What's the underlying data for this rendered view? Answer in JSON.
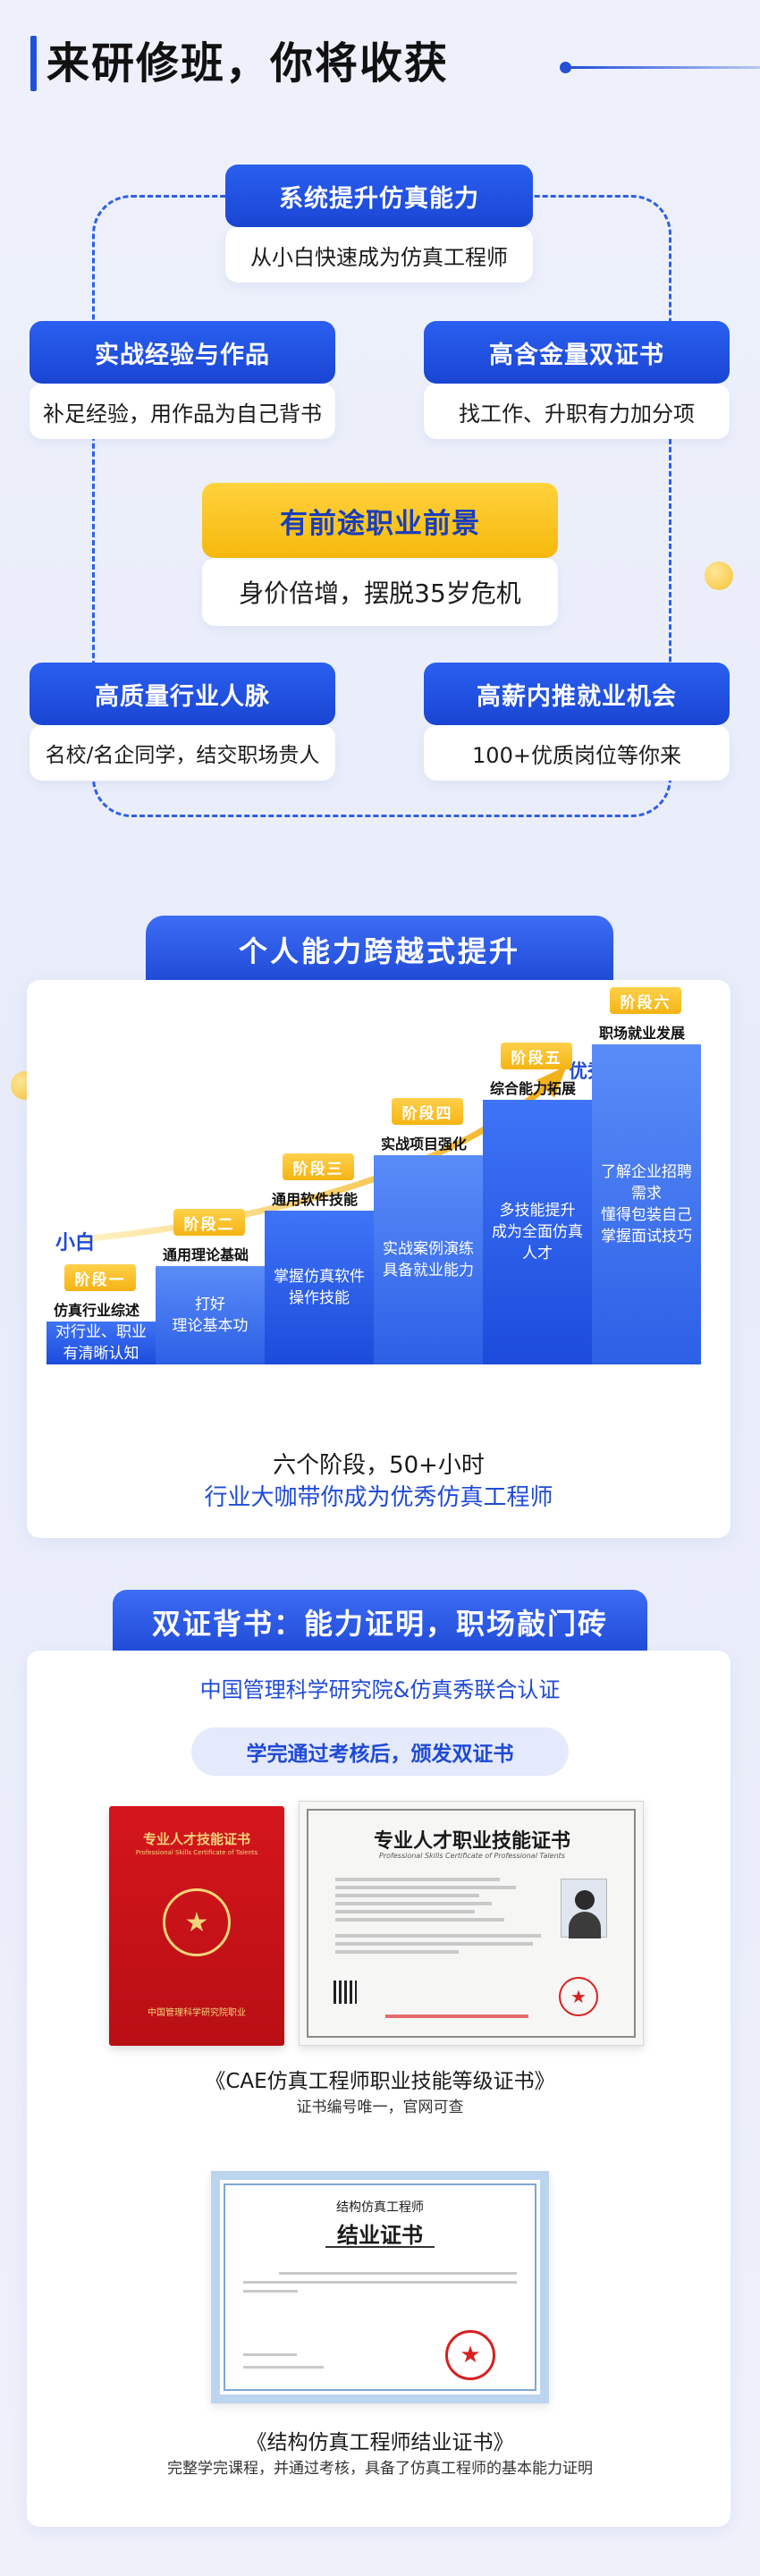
{
  "header": {
    "title": "来研修班，你将收获"
  },
  "benefits": {
    "top": {
      "title": "系统提升仿真能力",
      "desc": "从小白快速成为仿真工程师"
    },
    "left1": {
      "title": "实战经验与作品",
      "desc": "补足经验，用作品为自己背书"
    },
    "right1": {
      "title": "高含金量双证书",
      "desc": "找工作、升职有力加分项"
    },
    "center": {
      "title": "有前途职业前景",
      "desc": "身价倍增，摆脱35岁危机"
    },
    "left2": {
      "title": "高质量行业人脉",
      "desc": "名校/名企同学，结交职场贵人"
    },
    "right2": {
      "title": "高薪内推就业机会",
      "desc": "100+优质岗位等你来"
    }
  },
  "growth": {
    "title": "个人能力跨越式提升",
    "start_label": "小白",
    "end_label": "优秀仿真工程师",
    "stages": [
      {
        "badge": "阶段一",
        "name": "仿真行业综述",
        "desc": "对行业、职业\n有清晰认知"
      },
      {
        "badge": "阶段二",
        "name": "通用理论基础",
        "desc": "打好\n理论基本功"
      },
      {
        "badge": "阶段三",
        "name": "通用软件技能",
        "desc": "掌握仿真软件\n操作技能"
      },
      {
        "badge": "阶段四",
        "name": "实战项目强化",
        "desc": "实战案例演练\n具备就业能力"
      },
      {
        "badge": "阶段五",
        "name": "综合能力拓展",
        "desc": "多技能提升\n成为全面仿真\n人才"
      },
      {
        "badge": "阶段六",
        "name": "职场就业发展",
        "desc": "了解企业招聘\n需求\n懂得包装自己\n掌握面试技巧"
      }
    ],
    "summary_line1": "六个阶段，50+小时",
    "summary_line2": "行业大咖带你成为优秀仿真工程师"
  },
  "certs": {
    "title": "双证背书：能力证明，职场敲门砖",
    "subtitle": "中国管理科学研究院&仿真秀联合认证",
    "chip": "学完通过考核后，颁发双证书",
    "cert1": {
      "cover_line1": "专业人才技能证书",
      "cover_line2": "Professional Skills Certificate of Talents",
      "cover_org": "中国管理科学研究院职业",
      "doc_title": "专业人才职业技能证书",
      "doc_subtitle": "Professional Skills Certificate of Professional Talents",
      "caption": "《CAE仿真工程师职业技能等级证书》",
      "note": "证书编号唯一，官网可查"
    },
    "cert2": {
      "top": "结构仿真工程师",
      "title": "结业证书",
      "caption": "《结构仿真工程师结业证书》",
      "note": "完整学完课程，并通过考核，具备了仿真工程师的基本能力证明"
    }
  },
  "colors": {
    "primary": "#1f4ad6",
    "accent": "#f6b90d",
    "bg": "#eef1fb"
  }
}
